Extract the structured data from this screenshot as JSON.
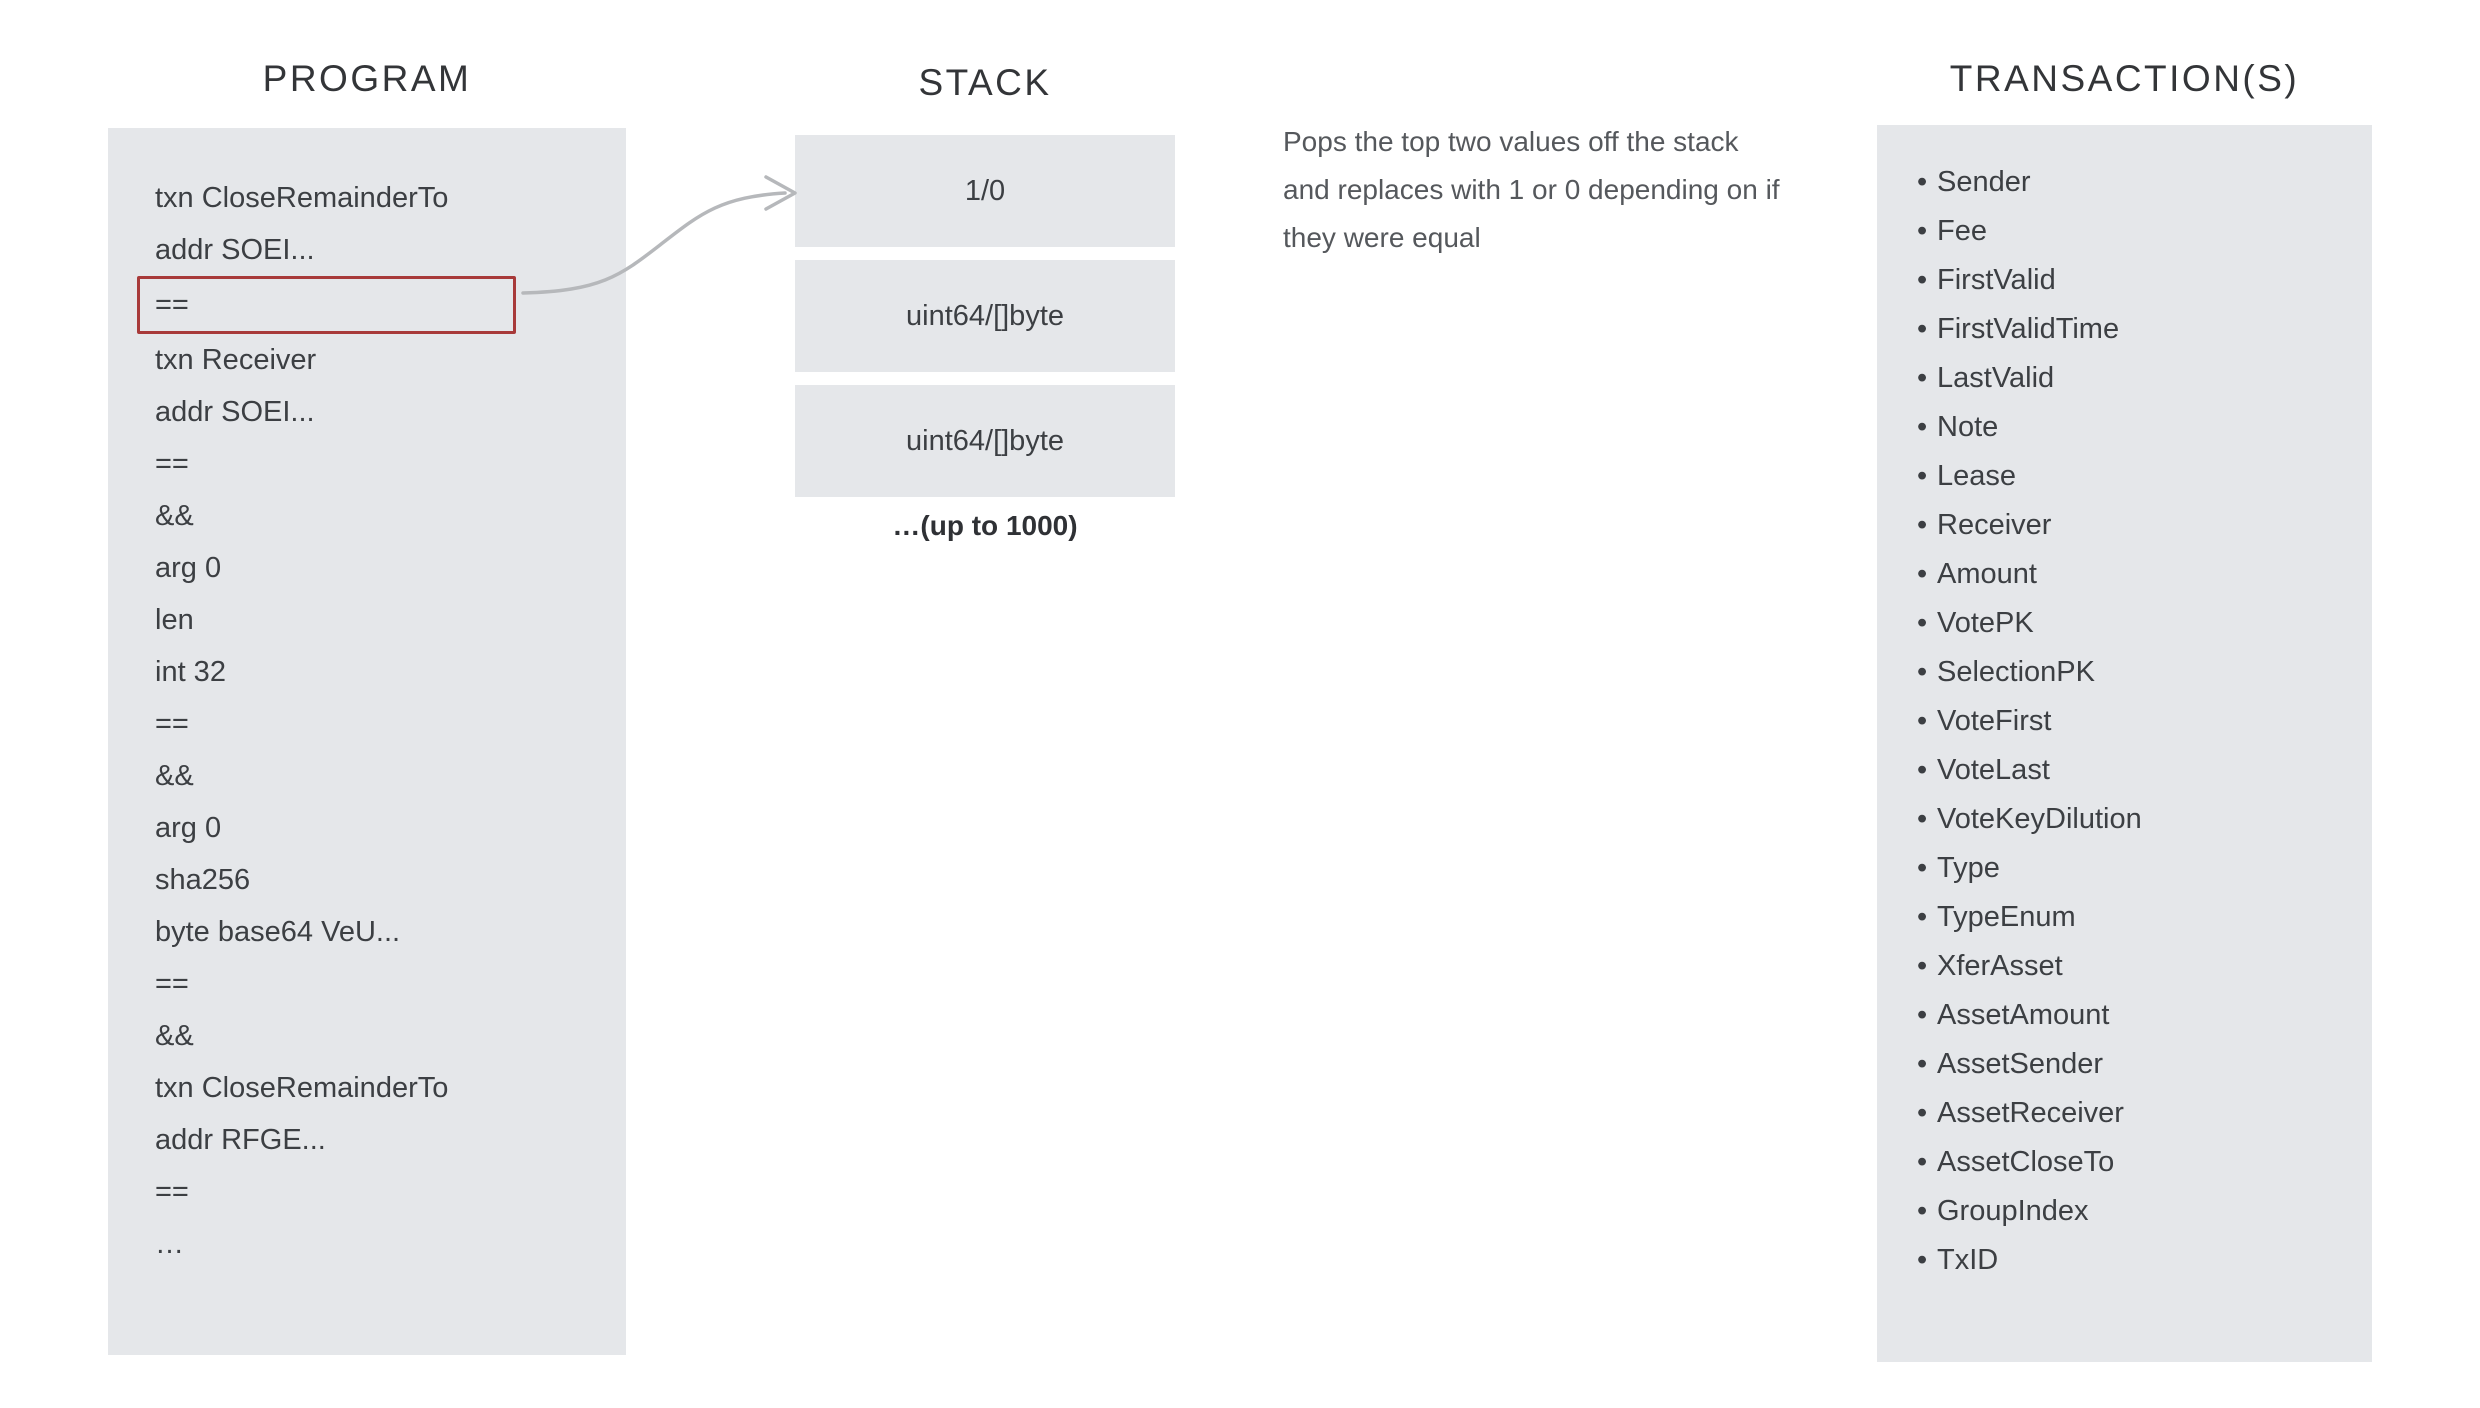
{
  "columns": {
    "program": {
      "header": "PROGRAM",
      "instructions": [
        {
          "text": "txn CloseRemainderTo",
          "highlighted": false
        },
        {
          "text": "addr SOEI...",
          "highlighted": false
        },
        {
          "text": "==",
          "highlighted": true
        },
        {
          "text": "txn Receiver",
          "highlighted": false
        },
        {
          "text": "addr SOEI...",
          "highlighted": false
        },
        {
          "text": "==",
          "highlighted": false
        },
        {
          "text": "&&",
          "highlighted": false
        },
        {
          "text": "arg 0",
          "highlighted": false
        },
        {
          "text": "len",
          "highlighted": false
        },
        {
          "text": "int 32",
          "highlighted": false
        },
        {
          "text": "==",
          "highlighted": false
        },
        {
          "text": "&&",
          "highlighted": false
        },
        {
          "text": "arg 0",
          "highlighted": false
        },
        {
          "text": "sha256",
          "highlighted": false
        },
        {
          "text": "byte base64 VeU...",
          "highlighted": false
        },
        {
          "text": "==",
          "highlighted": false
        },
        {
          "text": "&&",
          "highlighted": false
        },
        {
          "text": "txn CloseRemainderTo",
          "highlighted": false
        },
        {
          "text": "addr RFGE...",
          "highlighted": false
        },
        {
          "text": "==",
          "highlighted": false
        },
        {
          "text": "…",
          "highlighted": false
        }
      ]
    },
    "stack": {
      "header": "STACK",
      "boxes": [
        "1/0",
        "uint64/[]byte",
        "uint64/[]byte"
      ],
      "more_label": "…(up to 1000)"
    },
    "transactions": {
      "header": "TRANSACTION(S)",
      "bullet": "•",
      "fields": [
        "Sender",
        "Fee",
        "FirstValid",
        "FirstValidTime",
        "LastValid",
        "Note",
        "Lease",
        "Receiver",
        "Amount",
        "VotePK",
        "SelectionPK",
        "VoteFirst",
        "VoteLast",
        "VoteKeyDilution",
        "Type",
        "TypeEnum",
        "XferAsset",
        "AssetAmount",
        "AssetSender",
        "AssetReceiver",
        "AssetCloseTo",
        "GroupIndex",
        "TxID"
      ]
    }
  },
  "annotation": {
    "text": "Pops the top two values off the stack and replaces with 1 or 0 depending on if they were equal"
  },
  "colors": {
    "panel_background": "#e5e7ea",
    "highlight_border": "#a83a3a",
    "connector": "#b6b8bb",
    "text": "#3c3f43",
    "header_text": "#333538",
    "annotation_text": "#55585c",
    "page_background": "#ffffff"
  }
}
